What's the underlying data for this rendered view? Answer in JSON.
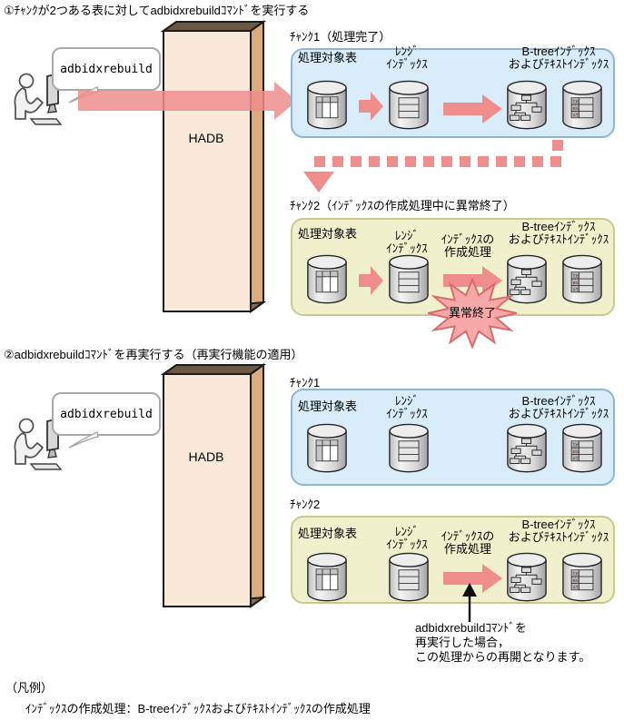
{
  "colors": {
    "arrow_pink": "#EF8D8D",
    "star_fill": "#F6A8A8",
    "star_stroke": "#D96A6A",
    "chunk_blue_fill": "#D9ECF9",
    "chunk_blue_border": "#8FB4D4",
    "chunk_yellow_fill": "#F0F0CD",
    "chunk_yellow_border": "#C9C98F",
    "tower_front": "#F8E9D9",
    "tower_side": "#DCAB7C"
  },
  "section1": {
    "title": "①ﾁｬﾝｸが2つある表に対してadbidxrebuildｺﾏﾝﾄﾞを実行する",
    "command": "adbidxrebuild",
    "hadb_label": "HADB",
    "chunk1": {
      "label": "ﾁｬﾝｸ1（処理完了）",
      "table_label": "処理対象表",
      "range_label_1": "ﾚﾝｼﾞ",
      "range_label_2": "ｲﾝﾃﾞｯｸｽ",
      "btree_label_1": "B-treeｲﾝﾃﾞｯｸｽ",
      "btree_label_2": "およびﾃｷｽﾄｲﾝﾃﾞｯｸｽ"
    },
    "chunk2": {
      "label": "ﾁｬﾝｸ2（ｲﾝﾃﾞｯｸｽの作成処理中に異常終了）",
      "table_label": "処理対象表",
      "range_label_1": "ﾚﾝｼﾞ",
      "range_label_2": "ｲﾝﾃﾞｯｸｽ",
      "process_label_1": "ｲﾝﾃﾞｯｸｽの",
      "process_label_2": "作成処理",
      "btree_label_1": "B-treeｲﾝﾃﾞｯｸｽ",
      "btree_label_2": "およびﾃｷｽﾄｲﾝﾃﾞｯｸｽ",
      "error_label": "異常終了"
    }
  },
  "section2": {
    "title": "②adbidxrebuildｺﾏﾝﾄﾞを再実行する（再実行機能の適用）",
    "command": "adbidxrebuild",
    "hadb_label": "HADB",
    "chunk1": {
      "label": "ﾁｬﾝｸ1",
      "table_label": "処理対象表",
      "range_label_1": "ﾚﾝｼﾞ",
      "range_label_2": "ｲﾝﾃﾞｯｸｽ",
      "btree_label_1": "B-treeｲﾝﾃﾞｯｸｽ",
      "btree_label_2": "およびﾃｷｽﾄｲﾝﾃﾞｯｸｽ"
    },
    "chunk2": {
      "label": "ﾁｬﾝｸ2",
      "table_label": "処理対象表",
      "range_label_1": "ﾚﾝｼﾞ",
      "range_label_2": "ｲﾝﾃﾞｯｸｽ",
      "process_label_1": "ｲﾝﾃﾞｯｸｽの",
      "process_label_2": "作成処理",
      "btree_label_1": "B-treeｲﾝﾃﾞｯｸｽ",
      "btree_label_2": "およびﾃｷｽﾄｲﾝﾃﾞｯｸｽ"
    },
    "annotation": {
      "lines": [
        "adbidxrebuildｺﾏﾝﾄﾞを",
        "再実行した場合，",
        "この処理からの再開となります。"
      ]
    }
  },
  "legend": {
    "title": "（凡例）",
    "entry": "ｲﾝﾃﾞｯｸｽの作成処理：B-treeｲﾝﾃﾞｯｸｽおよびﾃｷｽﾄｲﾝﾃﾞｯｸｽの作成処理"
  }
}
